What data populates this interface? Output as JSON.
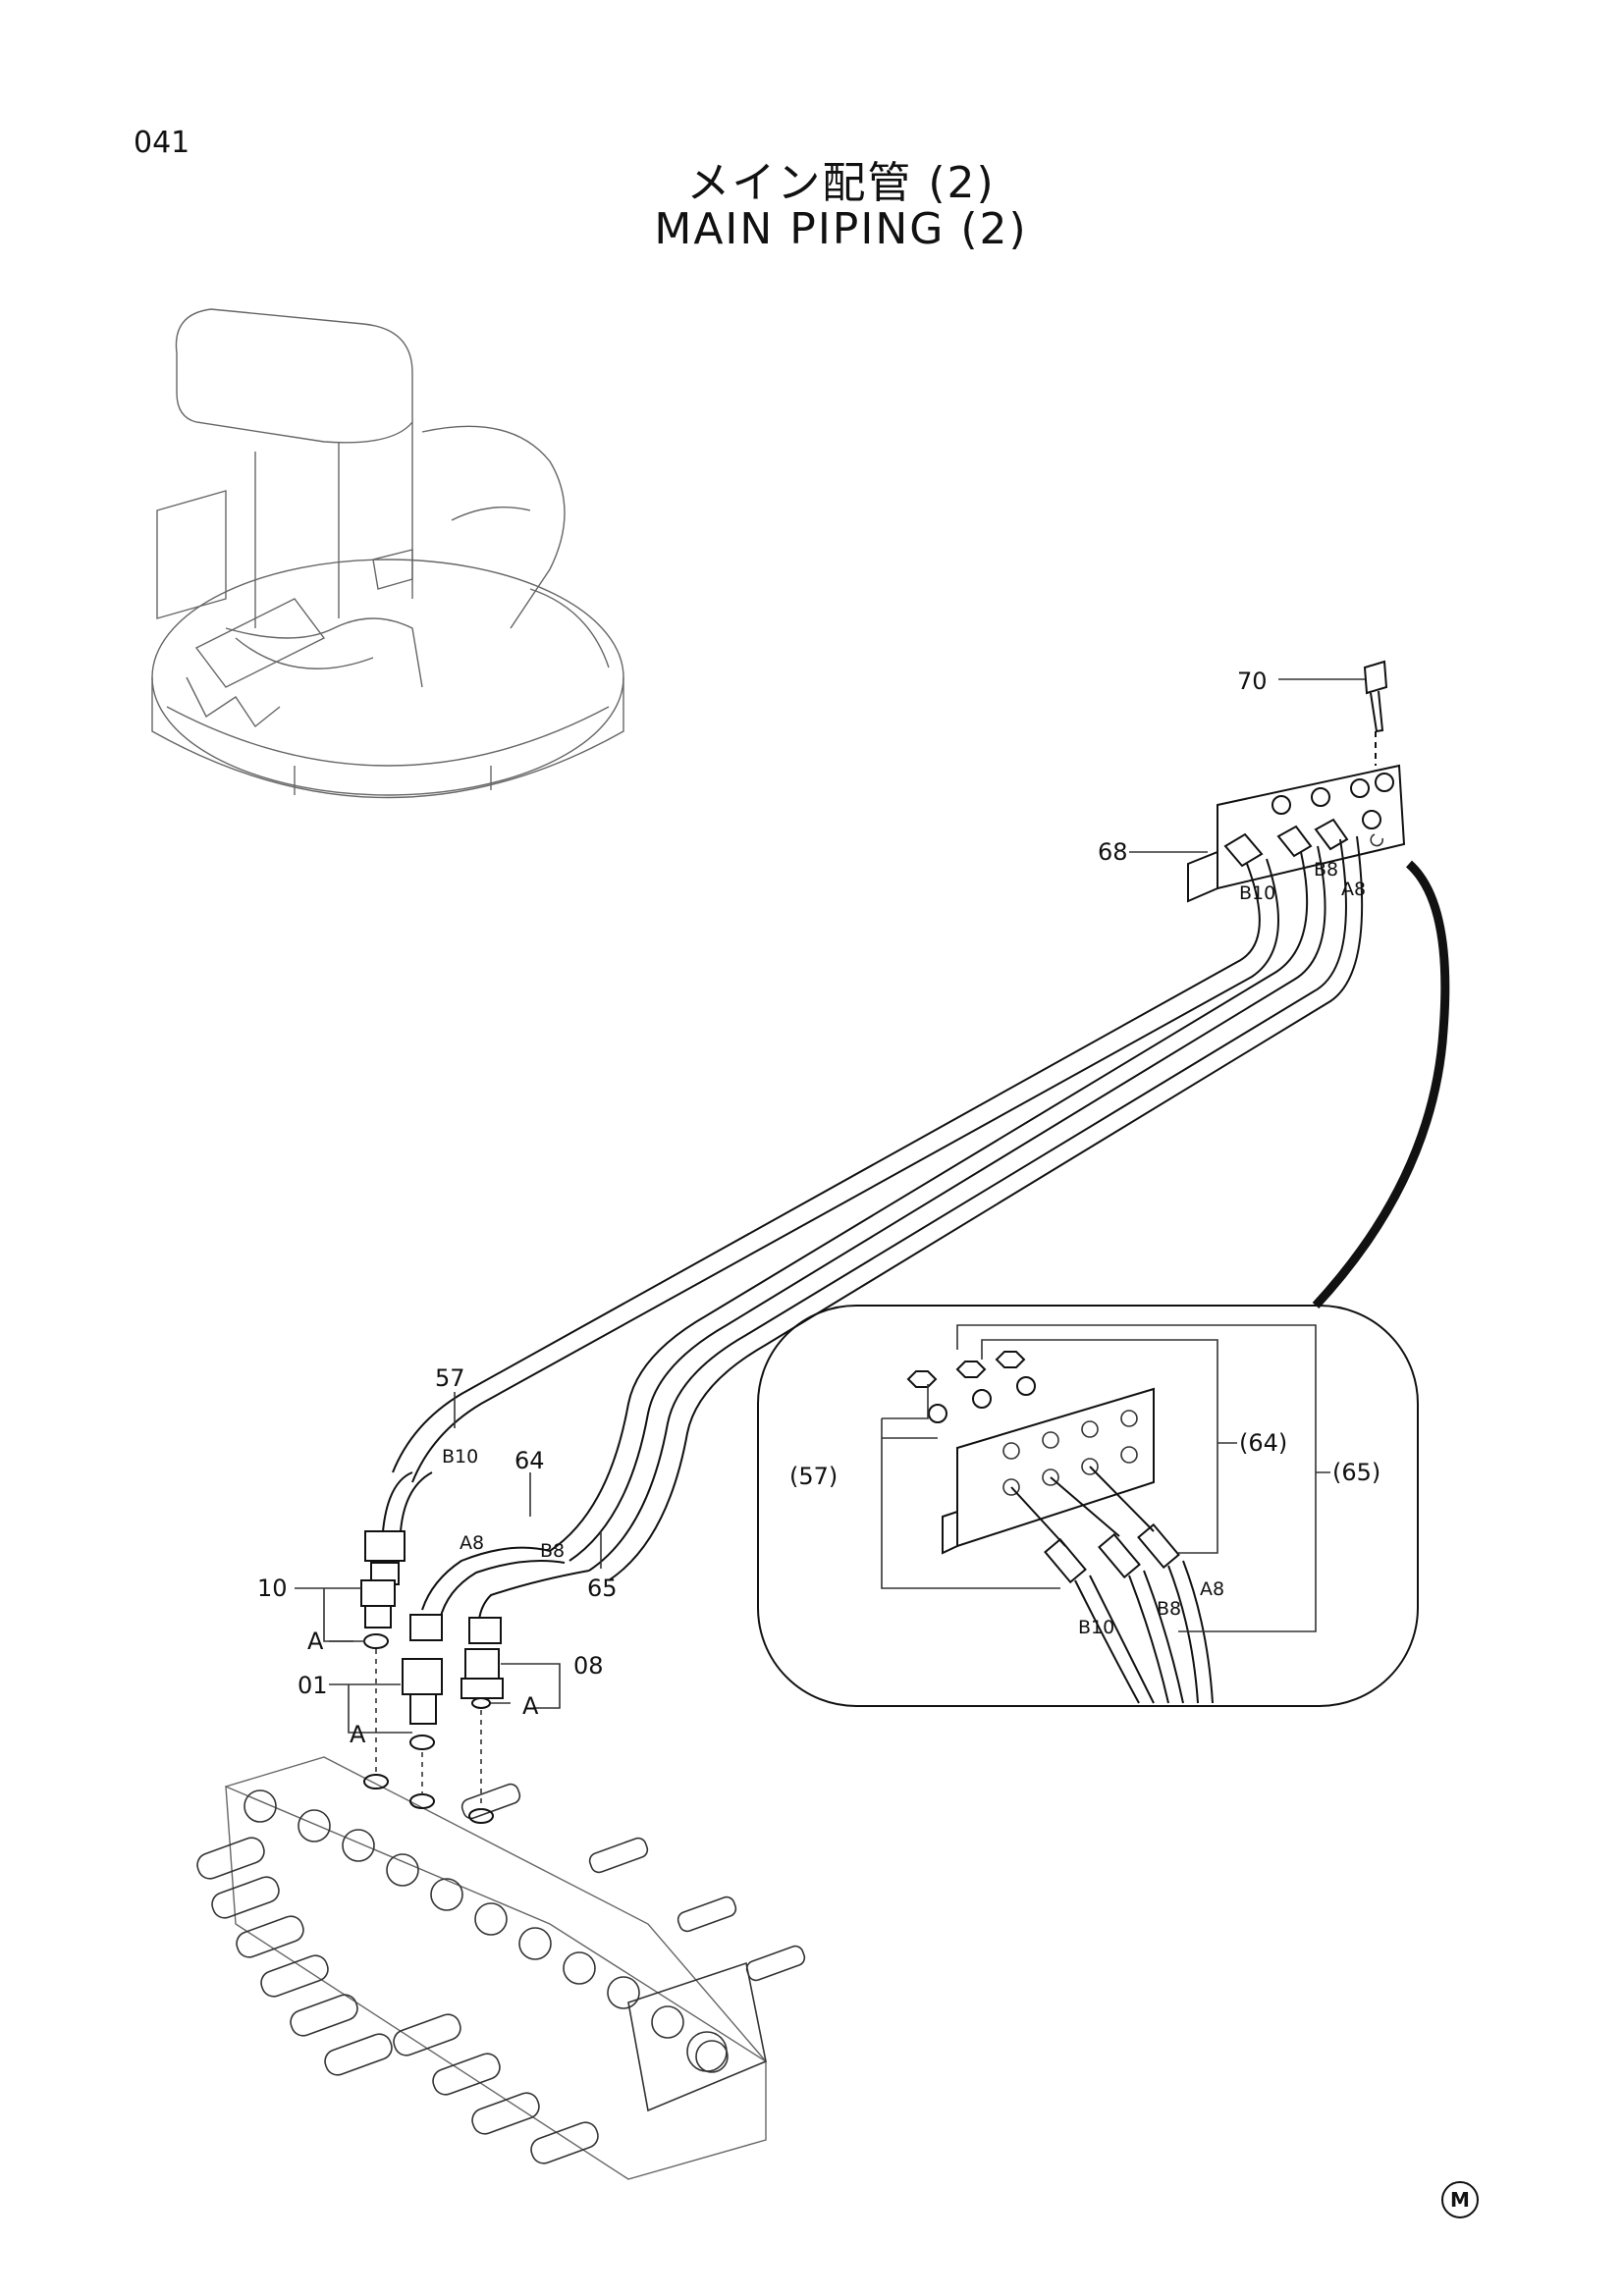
{
  "header": {
    "page_number": "041",
    "title_jp": "メイン配管 (2)",
    "title_en": "MAIN PIPING (2)"
  },
  "callouts": {
    "c70": "70",
    "c68": "68",
    "c57": "57",
    "c64": "64",
    "c65": "65",
    "c10": "10",
    "c01": "01",
    "c08": "08",
    "cA1": "A",
    "cA2": "A",
    "cA3": "A",
    "d57": "(57)",
    "d64": "(64)",
    "d65": "(65)"
  },
  "port_labels": {
    "b10_top": "B10",
    "b8_top": "B8",
    "a8_top": "A8",
    "b10_pipe": "B10",
    "a8_pipe": "A8",
    "b8_pipe": "B8",
    "b10_detail": "B10",
    "b8_detail": "B8",
    "a8_detail": "A8"
  },
  "footer": {
    "mark": "M"
  }
}
